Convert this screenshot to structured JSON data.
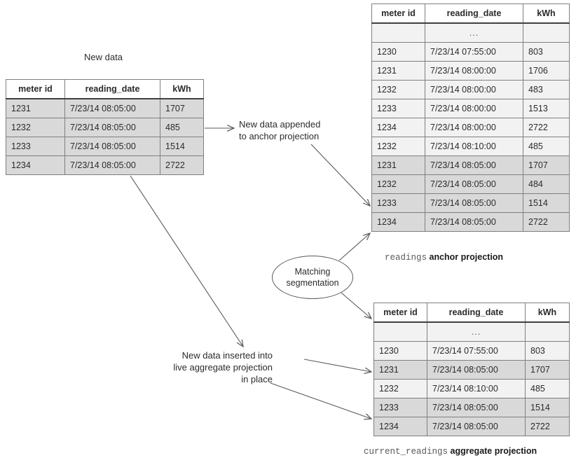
{
  "diagram": {
    "title_label": "New data",
    "new_data_table": {
      "name": "new-data",
      "headers": [
        "meter id",
        "reading_date",
        "kWh"
      ],
      "rows": [
        {
          "shade": "dark",
          "cells": [
            "1231",
            "7/23/14 08:05:00",
            "1707"
          ]
        },
        {
          "shade": "dark",
          "cells": [
            "1232",
            "7/23/14 08:05:00",
            "485"
          ]
        },
        {
          "shade": "dark",
          "cells": [
            "1233",
            "7/23/14 08:05:00",
            "1514"
          ]
        },
        {
          "shade": "dark",
          "cells": [
            "1234",
            "7/23/14 08:05:00",
            "2722"
          ]
        }
      ]
    },
    "anchor_table": {
      "headers": [
        "meter id",
        "reading_date",
        "kWh"
      ],
      "ellipsis": "...",
      "rows": [
        {
          "shade": "light",
          "cells": [
            "1230",
            "7/23/14 07:55:00",
            "803"
          ]
        },
        {
          "shade": "light",
          "cells": [
            "1231",
            "7/23/14 08:00:00",
            "1706"
          ]
        },
        {
          "shade": "light",
          "cells": [
            "1232",
            "7/23/14 08:00:00",
            "483"
          ]
        },
        {
          "shade": "light",
          "cells": [
            "1233",
            "7/23/14 08:00:00",
            "1513"
          ]
        },
        {
          "shade": "light",
          "cells": [
            "1234",
            "7/23/14 08:00:00",
            "2722"
          ]
        },
        {
          "shade": "light",
          "cells": [
            "1232",
            "7/23/14 08:10:00",
            "485"
          ]
        },
        {
          "shade": "dark",
          "cells": [
            "1231",
            "7/23/14 08:05:00",
            "1707"
          ]
        },
        {
          "shade": "dark",
          "cells": [
            "1232",
            "7/23/14 08:05:00",
            "484"
          ]
        },
        {
          "shade": "dark",
          "cells": [
            "1233",
            "7/23/14 08:05:00",
            "1514"
          ]
        },
        {
          "shade": "dark",
          "cells": [
            "1234",
            "7/23/14 08:05:00",
            "2722"
          ]
        }
      ],
      "caption_mono": "readings",
      "caption_bold": "anchor projection"
    },
    "aggregate_table": {
      "headers": [
        "meter id",
        "reading_date",
        "kWh"
      ],
      "ellipsis": "...",
      "rows": [
        {
          "shade": "light",
          "cells": [
            "1230",
            "7/23/14 07:55:00",
            "803"
          ]
        },
        {
          "shade": "dark",
          "cells": [
            "1231",
            "7/23/14 08:05:00",
            "1707"
          ]
        },
        {
          "shade": "light",
          "cells": [
            "1232",
            "7/23/14 08:10:00",
            "485"
          ]
        },
        {
          "shade": "dark",
          "cells": [
            "1233",
            "7/23/14 08:05:00",
            "1514"
          ]
        },
        {
          "shade": "dark",
          "cells": [
            "1234",
            "7/23/14 08:05:00",
            "2722"
          ]
        }
      ],
      "caption_mono": "current_readings",
      "caption_bold": "aggregate projection"
    },
    "notes": {
      "appended_line1": "New data appended",
      "appended_line2": "to anchor projection",
      "inserted_line1": "New data inserted into",
      "inserted_line2": "live aggregate projection",
      "inserted_line3": "in place"
    },
    "ellipse": {
      "line1": "Matching",
      "line2": "segmentation"
    },
    "colors": {
      "row_light": "#f2f2f2",
      "row_dark": "#d9d9d9",
      "border": "#7f7f7f",
      "arrow": "#595959",
      "text": "#2b2b2b"
    }
  }
}
